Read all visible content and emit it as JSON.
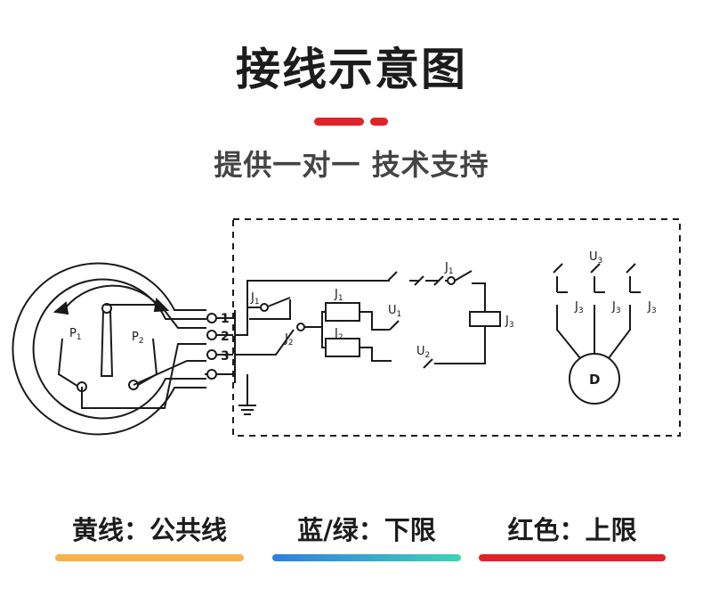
{
  "header": {
    "title": "接线示意图",
    "subtitle": "提供一对一 技术支持"
  },
  "colors": {
    "accent_red": "#e0232a",
    "yellow_line": "#f7b24a",
    "blue_green_start": "#2f7fe0",
    "blue_green_end": "#3fd2b8",
    "red_line": "#e0232a"
  },
  "diagram": {
    "gauge_labels": {
      "p1": "P",
      "p1_sub": "1",
      "p2": "P",
      "p2_sub": "2"
    },
    "terminals": [
      "1",
      "2",
      "3"
    ],
    "relay_labels": {
      "j1": "J",
      "j1_sub": "1",
      "j2": "J",
      "j2_sub": "2",
      "j3": "J",
      "j3_sub": "3",
      "u1": "U",
      "u1_sub": "1",
      "u2": "U",
      "u2_sub": "2",
      "u3": "U",
      "u3_sub": "3"
    },
    "motor_label": "D"
  },
  "legend": [
    {
      "text": "黄线：公共线",
      "color": "#f7b24a"
    },
    {
      "text": "蓝/绿：下限",
      "color": "#2f7fe0"
    },
    {
      "text": "红色：上限",
      "color": "#e0232a"
    }
  ]
}
